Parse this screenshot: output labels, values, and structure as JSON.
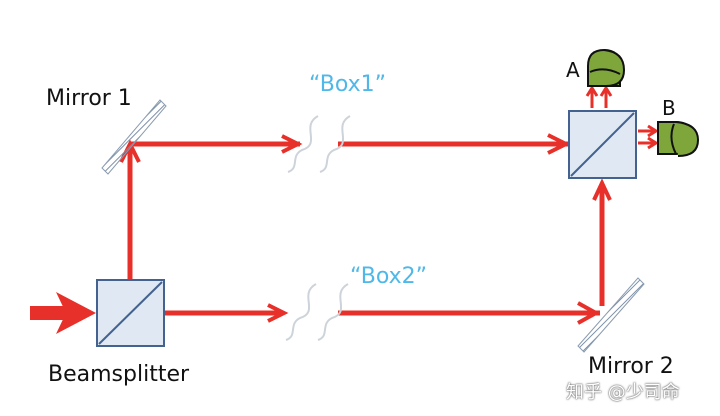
{
  "labels": {
    "mirror1": "Mirror 1",
    "mirror2": "Mirror 2",
    "beamsplitter": "Beamsplitter",
    "box1": "“Box1”",
    "box2": "“Box2”",
    "detector_a": "A",
    "detector_b": "B",
    "watermark": "知乎 @少司命"
  },
  "colors": {
    "beam": "#e8302a",
    "box_label": "#4fb8e8",
    "splitter_fill": "#dfe8f3",
    "splitter_edge": "#44628f",
    "detector_fill": "#7fa63a",
    "mirror": "#8a9bb0"
  }
}
